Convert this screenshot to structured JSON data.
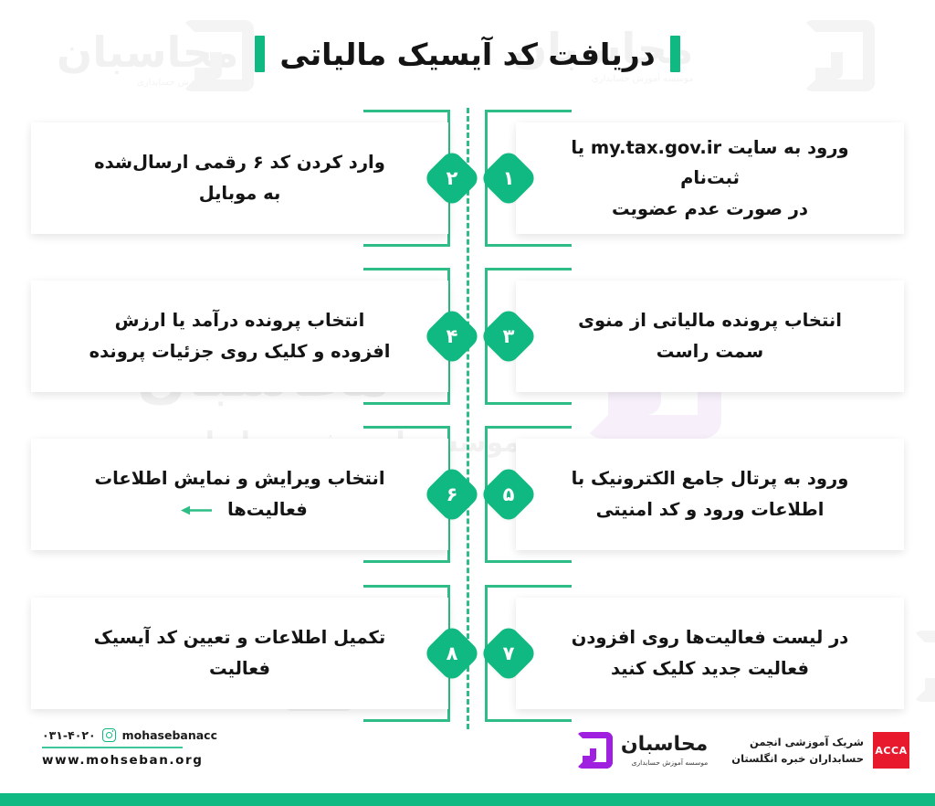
{
  "header": {
    "title": "دریافت کد آیسیک مالیاتی",
    "accent_color": "#10b981",
    "left_bar_icon": "vertical-bar-icon",
    "right_bar_icon": "vertical-bar-icon"
  },
  "theme": {
    "green": "#10b981",
    "line_green": "#2ebd86",
    "purple": "#a020e0",
    "acca_red": "#e8192c",
    "card_bg": "#ffffff",
    "page_bg": "#ffffff"
  },
  "watermark": {
    "brand_text": "محاسبان",
    "brand_sub": "موسسه آموزش حسابداری",
    "tagline": "موسسه آموزش حسابداری"
  },
  "steps": [
    {
      "number": "۱",
      "side": "right",
      "row": 1,
      "text": "ورود به سایت my.tax.gov.ir یا ثبت‌نام در صورت عدم عضویت",
      "line1_pre": "ورود به سایت ",
      "line1_ltr": "my.tax.gov.ir",
      "line1_post": " یا ثبت‌نام",
      "line2": "در صورت عدم عضویت",
      "has_arrow": false
    },
    {
      "number": "۲",
      "side": "left",
      "row": 1,
      "text": "وارد کردن کد ۶ رقمی ارسال‌شده به موبایل",
      "line1": "وارد کردن کد ۶ رقمی ارسال‌شده",
      "line2": "به موبایل",
      "has_arrow": false
    },
    {
      "number": "۳",
      "side": "right",
      "row": 2,
      "text": "انتخاب پرونده مالیاتی از منوی سمت راست",
      "line1": "انتخاب پرونده مالیاتی از منوی",
      "line2": "سمت راست",
      "has_arrow": false
    },
    {
      "number": "۴",
      "side": "left",
      "row": 2,
      "text": "انتخاب پرونده درآمد یا ارزش افزوده و کلیک روی جزئیات پرونده",
      "line1": "انتخاب پرونده درآمد یا ارزش",
      "line2": "افزوده و کلیک روی جزئیات پرونده",
      "has_arrow": false
    },
    {
      "number": "۵",
      "side": "right",
      "row": 3,
      "text": "ورود به پرتال جامع الکترونیک با اطلاعات ورود و کد امنیتی",
      "line1": "ورود به پرتال جامع الکترونیک با",
      "line2": "اطلاعات ورود و کد امنیتی",
      "has_arrow": false
    },
    {
      "number": "۶",
      "side": "left",
      "row": 3,
      "text": "انتخاب ویرایش و نمایش اطلاعات فعالیت‌ها",
      "line1": "انتخاب ویرایش و نمایش اطلاعات",
      "line2": "فعالیت‌ها",
      "has_arrow": true,
      "arrow_icon": "arrow-left-icon"
    },
    {
      "number": "۷",
      "side": "right",
      "row": 4,
      "text": "در لیست فعالیت‌ها روی افزودن فعالیت جدید کلیک کنید",
      "line1": "در لیست فعالیت‌ها روی افزودن",
      "line2": "فعالیت جدید کلیک کنید",
      "has_arrow": false
    },
    {
      "number": "۸",
      "side": "left",
      "row": 4,
      "text": "تکمیل اطلاعات و تعیین کد آیسیک فعالیت",
      "line1": "تکمیل اطلاعات و تعیین کد آیسیک",
      "line2": "فعالیت",
      "has_arrow": false
    }
  ],
  "footer": {
    "phone": "۰۳۱-۴۰۲۰",
    "instagram_icon": "instagram-icon",
    "instagram_handle": "mohasebanacc",
    "website": "www.mohseban.org",
    "acca": {
      "logo_text": "ACCA",
      "caption_line1": "شریک آموزشی انجمن",
      "caption_line2": "حسابداران خبره انگلستان"
    },
    "brand": {
      "name": "محاسبان",
      "subtitle": "موسسه آموزش حسابداری",
      "logo_icon": "mohaseban-cube-logo"
    }
  }
}
